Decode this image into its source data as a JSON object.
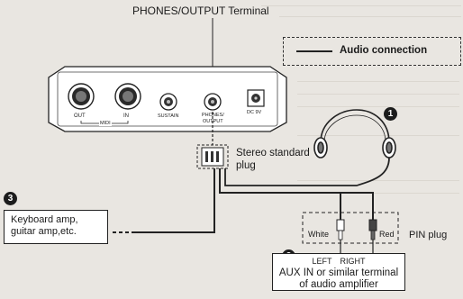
{
  "labels": {
    "title": "PHONES/OUTPUT Terminal",
    "legend_label": "Audio connection",
    "stereo_plug_line1": "Stereo standard",
    "stereo_plug_line2": "plug",
    "keyboard_amp_line1": "Keyboard amp,",
    "keyboard_amp_line2": "guitar amp,etc.",
    "pin_plug": "PIN plug",
    "white": "White",
    "red": "Red",
    "left": "LEFT",
    "right": "RIGHT",
    "amp_line1": "AUX IN or similar terminal",
    "amp_line2": "of audio amplifier"
  },
  "panel": {
    "out": "OUT",
    "in": "IN",
    "midi": "MIDI",
    "sustain": "SUSTAIN",
    "phones_line1": "PHONES/",
    "phones_line2": "OUTPUT",
    "dc_line1": "DC 9V"
  },
  "badges": [
    "1",
    "2",
    "3"
  ]
}
